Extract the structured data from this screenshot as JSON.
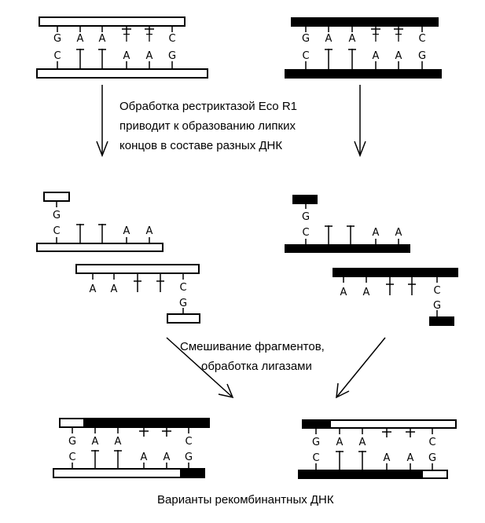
{
  "step1_caption": [
    "Обработка рестриктазой Eco R1",
    "приводит к образованию липких",
    "концов в составе разных ДНК"
  ],
  "step2_caption": [
    "Смешивание фрагментов,",
    "обработка лигазами"
  ],
  "result_caption": "Варианты рекомбинантных ДНК",
  "top_sequence": [
    "G",
    "A",
    "A",
    "T",
    "T",
    "C"
  ],
  "bottom_sequence": [
    "C",
    "T",
    "T",
    "A",
    "A",
    "G"
  ],
  "colors": {
    "white_dna": "#ffffff",
    "black_dna": "#000000",
    "line": "#000000"
  }
}
